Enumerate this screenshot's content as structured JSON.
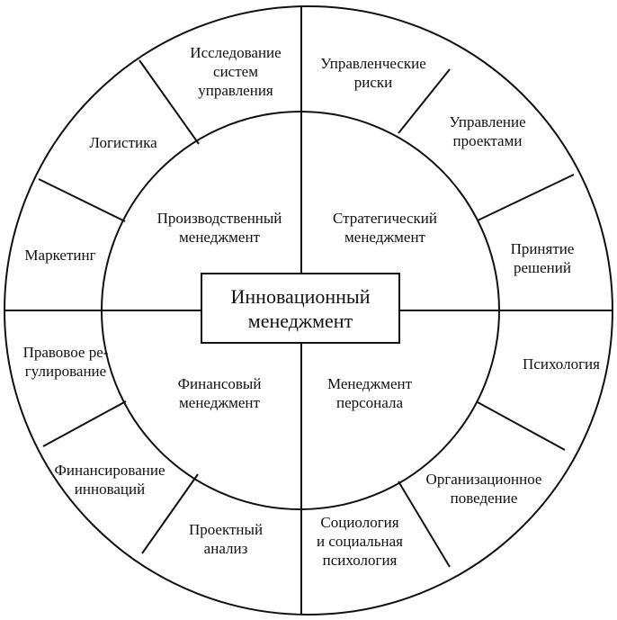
{
  "center": {
    "line1": "Инновационный",
    "line2": "менеджмент"
  },
  "inner": {
    "production": {
      "line1": "Производственный",
      "line2": "менеджмент"
    },
    "strategic": {
      "line1": "Стратегический",
      "line2": "менеджмент"
    },
    "financial": {
      "line1": "Финансовый",
      "line2": "менеджмент"
    },
    "personnel": {
      "line1": "Менеджмент",
      "line2": "персонала"
    }
  },
  "outer": {
    "research": {
      "line1": "Исследование",
      "line2": "систем",
      "line3": "управления"
    },
    "logistics": {
      "line1": "Логистика"
    },
    "marketing": {
      "line1": "Маркетинг"
    },
    "risks": {
      "line1": "Управленческие",
      "line2": "риски"
    },
    "projects": {
      "line1": "Управление",
      "line2": "проектами"
    },
    "decisions": {
      "line1": "Принятие",
      "line2": "решений"
    },
    "legal": {
      "line1": "Правовое ре-",
      "line2": "гулирование"
    },
    "funding": {
      "line1": "Финансирование",
      "line2": "инноваций"
    },
    "project_analysis": {
      "line1": "Проектный",
      "line2": "анализ"
    },
    "psychology": {
      "line1": "Психология"
    },
    "org_behavior": {
      "line1": "Организационное",
      "line2": "поведение"
    },
    "sociology": {
      "line1": "Социология",
      "line2": "и социальная",
      "line3": "психология"
    }
  }
}
